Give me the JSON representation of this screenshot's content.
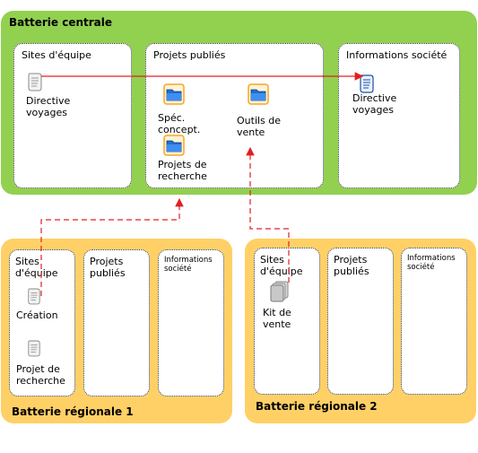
{
  "central": {
    "title": "Batterie centrale",
    "team_sites": {
      "title": "Sites d'équipe",
      "item_label": "Directive voyages"
    },
    "published": {
      "title": "Projets publiés",
      "item_spec": "Spéc. concept.",
      "item_tools": "Outils de vente",
      "item_research": "Projets de recherche"
    },
    "company_info": {
      "title": "Informations société",
      "item_label": "Directive voyages"
    }
  },
  "regional1": {
    "title": "Batterie régionale 1",
    "team_sites": {
      "title": "Sites d'équipe",
      "item_creation": "Création",
      "item_research": "Projet de recherche"
    },
    "published": {
      "title": "Projets publiés"
    },
    "company_info": {
      "title": "Informations société"
    }
  },
  "regional2": {
    "title": "Batterie régionale 2",
    "team_sites": {
      "title": "Sites d'équipe",
      "item_kit": "Kit de vente"
    },
    "published": {
      "title": "Projets publiés"
    },
    "company_info": {
      "title": "Informations société"
    }
  },
  "colors": {
    "central_farm": "#92d050",
    "regional_farm": "#ffd066",
    "arrow": "#e02020",
    "folder": "#1e6fd0",
    "folder_border": "#f5a623"
  }
}
